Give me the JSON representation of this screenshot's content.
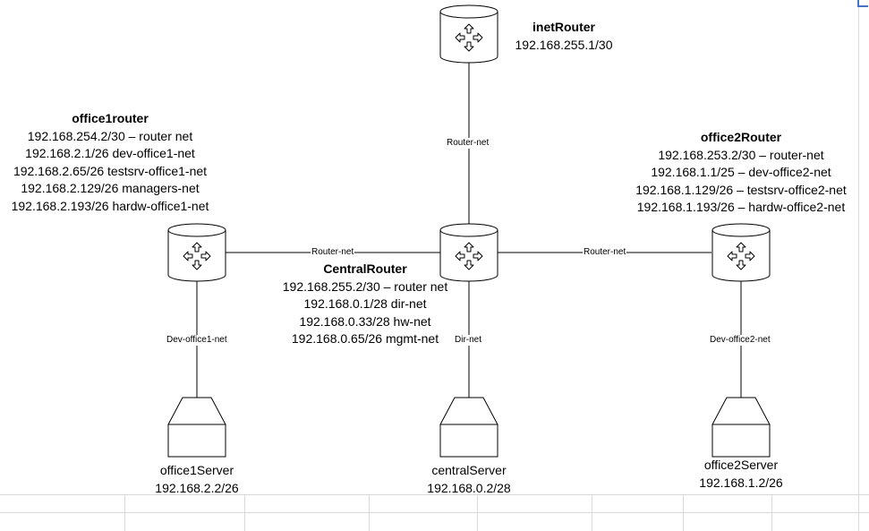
{
  "routers": {
    "inet": {
      "name": "inetRouter",
      "lines": [
        "192.168.255.1/30"
      ]
    },
    "office1": {
      "name": "office1router",
      "lines": [
        "192.168.254.2/30 – router net",
        "192.168.2.1/26 dev-office1-net",
        "192.168.2.65/26 testsrv-office1-net",
        "192.168.2.129/26 managers-net",
        "192.168.2.193/26 hardw-office1-net"
      ]
    },
    "central": {
      "name": "CentralRouter",
      "lines": [
        "192.168.255.2/30 – router net",
        "192.168.0.1/28 dir-net",
        "192.168.0.33/28 hw-net",
        "192.168.0.65/26 mgmt-net"
      ]
    },
    "office2": {
      "name": "office2Router",
      "lines": [
        "192.168.253.2/30 – router-net",
        "192.168.1.1/25 – dev-office2-net",
        "192.168.1.129/26 – testsrv-office2-net",
        "192.168.1.193/26 – hardw-office2-net"
      ]
    }
  },
  "servers": {
    "office1": {
      "name": "office1Server",
      "ip": "192.168.2.2/26"
    },
    "central": {
      "name": "centralServer",
      "ip": "192.168.0.2/28"
    },
    "office2": {
      "name": "office2Server",
      "ip": "192.168.1.2/26"
    }
  },
  "links": {
    "inet_central": "Router-net",
    "office1_central": "Router-net",
    "central_office2": "Router-net",
    "office1_server": "Dev-office1-net",
    "central_server": "Dir-net",
    "office2_server": "Dev-office2-net"
  }
}
